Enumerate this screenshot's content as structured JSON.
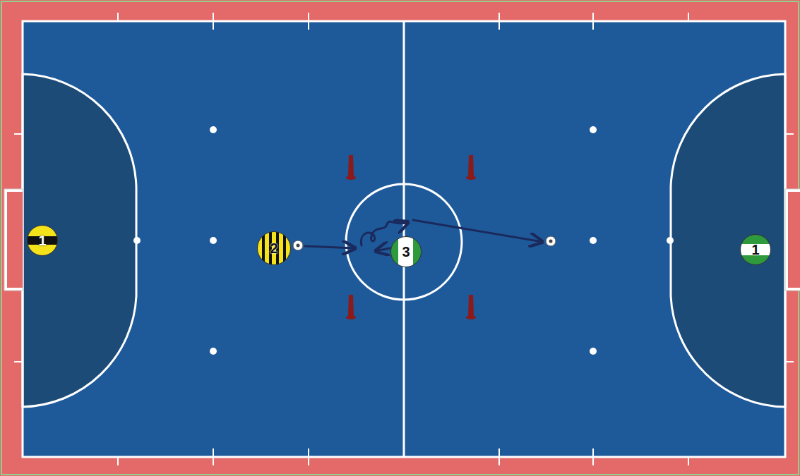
{
  "diagram": {
    "nodes": [
      {
        "text": [
          "1"
        ]
      },
      {
        "text": [
          "2"
        ]
      },
      {
        "text": [
          "3"
        ]
      },
      {
        "text": [
          "1"
        ]
      }
    ]
  }
}
